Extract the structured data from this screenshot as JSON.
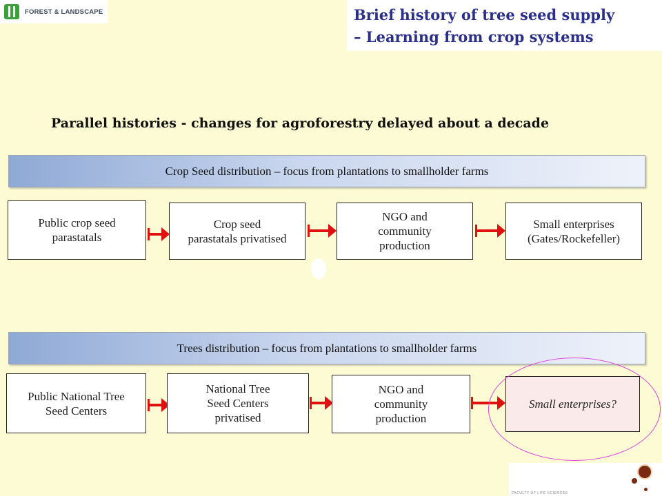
{
  "logo": {
    "icon": "forest-logo-icon",
    "text": "FOREST & LANDSCAPE"
  },
  "header": {
    "line1": "Brief history of tree seed supply",
    "line2": "– Learning from crop systems"
  },
  "subtitle": "Parallel histories - changes for agroforestry delayed about a decade",
  "crop": {
    "banner": "Crop Seed distribution – focus from plantations to smallholder farms",
    "steps": [
      "Public crop seed\nparastatals",
      "Crop seed\nparastatals privatised",
      "NGO and\ncommunity\nproduction",
      "Small enterprises\n(Gates/Rockefeller)"
    ]
  },
  "trees": {
    "banner": "Trees distribution – focus from plantations to smallholder farms",
    "steps": [
      "Public National Tree\nSeed Centers",
      "National Tree\nSeed Centers\nprivatised",
      "NGO and\ncommunity\nproduction",
      "Small enterprises?"
    ]
  },
  "colors": {
    "background": "#fdfbd3",
    "title": "#2a2f8c",
    "arrow": "#e01010",
    "highlight_ellipse": "#e040e0"
  },
  "footer": {
    "text": "FACULTY OF LIFE SCIENCES",
    "icon": "university-emblem-icon"
  }
}
